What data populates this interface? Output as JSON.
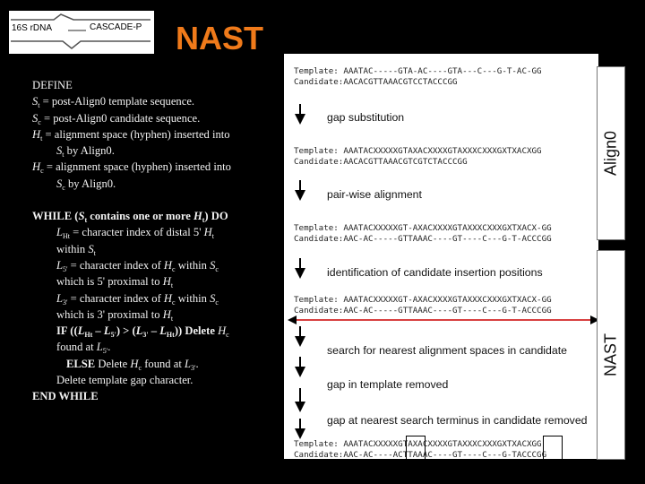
{
  "logo": {
    "left_label": "16S rDNA",
    "right_label": "CASCADE-P"
  },
  "title": "NAST",
  "pseudocode": {
    "define": "DEFINE",
    "st_sym": "S",
    "st_sub": "t",
    "st_def": " = post-Align0 template sequence.",
    "sc_sym": "S",
    "sc_sub": "c",
    "sc_def": " = post-Align0 candidate sequence.",
    "ht_sym": "H",
    "ht_sub": "t",
    "ht_def": " = alignment space (hyphen) inserted into",
    "ht_by_sym": "S",
    "ht_by_sub": "t",
    "ht_by": " by Align0.",
    "hc_sym": "H",
    "hc_sub": "c",
    "hc_def": " = alignment space (hyphen) inserted into",
    "hc_by_sym": "S",
    "hc_by_sub": "c",
    "hc_by": " by Align0.",
    "while_a": "WHILE (",
    "while_sym": "S",
    "while_sub": "t",
    "while_b": " contains one or more ",
    "while_h": "H",
    "while_hsub": "t",
    "while_c": ") DO",
    "lht_sym": "L",
    "lht_sub": "Ht",
    "lht_def": " = character index of distal 5' ",
    "lht_h": "H",
    "lht_hsub": "t",
    "within_st": "within ",
    "within_st_sym": "S",
    "within_st_sub": "t",
    "l5_sym": "L",
    "l5_sub": "5'",
    "l5_def": " = character index of ",
    "l5_h": "H",
    "l5_hsub": "c",
    "l5_mid": " within ",
    "l5_s": "S",
    "l5_ssub": "c",
    "l5_which": "which is 5' proximal to ",
    "l5_wh": "H",
    "l5_whsub": "t",
    "l3_sym": "L",
    "l3_sub": "3'",
    "l3_def": " = character index of ",
    "l3_h": "H",
    "l3_hsub": "c",
    "l3_mid": " within ",
    "l3_s": "S",
    "l3_ssub": "c",
    "l3_which": "which is 3' proximal to ",
    "l3_wh": "H",
    "l3_whsub": "t",
    "if_kw": "IF",
    "if_a": " ((",
    "if_l1": "L",
    "if_l1s": "Ht",
    "if_b": " – ",
    "if_l2": "L",
    "if_l2s": "5'",
    "if_c": ") > (",
    "if_l3": "L",
    "if_l3s": "3'",
    "if_d": " – ",
    "if_l4": "L",
    "if_l4s": "Ht",
    "if_e": "))  Delete ",
    "if_h": "H",
    "if_hs": "c",
    "found_a": "found at ",
    "found_l": "L",
    "found_ls": "5'",
    "found_end": ".",
    "else_kw": "ELSE",
    "else_a": "      Delete ",
    "else_h": "H",
    "else_hs": "c",
    "else_b": " found at ",
    "else_l": "L",
    "else_ls": "3'",
    "else_end": ".",
    "delete_gap": "Delete template gap character.",
    "end_while": "END WHILE"
  },
  "diagram": {
    "block1": [
      "Template: AAATAC-----GTA-AC----GTA---C---G-T-AC-GG",
      "Candidate:AACACGTTAAACGTCCTACCCGG"
    ],
    "step1": "gap substitution",
    "block2": [
      "Template: AAATACXXXXXGTAXACXXXXGTAXXXCXXXGXTXACXGG",
      "Candidate:AACACGTTAAACGTCGTCTACCCGG"
    ],
    "step2": "pair-wise alignment",
    "block3": [
      "Template: AAATACXXXXXGT-AXACXXXXGTAXXXCXXXGXTXACX-GG",
      "Candidate:AAC-AC-----GTTAAAC----GT----C---G-T-ACCCGG"
    ],
    "step3": "identification of candidate insertion positions",
    "block4": [
      "Template: AAATACXXXXXGT-AXACXXXXGTAXXXCXXXGXTXACX-GG",
      "Candidate:AAC-AC-----GTTAAAC----GT----C---G-T-ACCCGG"
    ],
    "step4": "search for nearest alignment spaces in candidate",
    "step5": "gap in template removed",
    "step6": "gap at nearest search terminus in candidate removed",
    "block5": [
      "Template: AAATACXXXXXGTAXACXXXXGTAXXXCXXXGXTXACXGG",
      "Candidate:AAC-AC----ACTTAAAC----GT----C---G-TACCCGG"
    ],
    "side_top": "Align0",
    "side_bottom": "NAST",
    "accent_color": "#f07a1a",
    "marker_color": "#cc0000"
  }
}
